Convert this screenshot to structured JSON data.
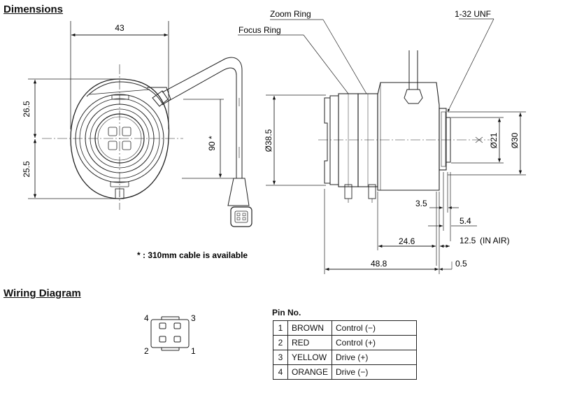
{
  "headings": {
    "dimensions": "Dimensions",
    "wiring": "Wiring Diagram"
  },
  "front_view": {
    "width_label": "43",
    "upper_height_label": "26.5",
    "lower_height_label": "25.5",
    "cable_length_label": "90 *"
  },
  "side_view": {
    "zoom_ring_label": "Zoom Ring",
    "focus_ring_label": "Focus Ring",
    "thread_label": "1-32 UNF",
    "diameter_38_5": "Ø38.5",
    "diameter_21": "Ø21",
    "diameter_30": "Ø30",
    "dim_3_5": "3.5",
    "dim_5_4": "5.4",
    "dim_24_6": "24.6",
    "dim_12_5": "12.5",
    "in_air": "(IN AIR)",
    "dim_48_8": "48.8",
    "dim_0_5": "0.5"
  },
  "cable_note": "* : 310mm cable is available",
  "connector": {
    "pin_4": "4",
    "pin_3": "3",
    "pin_2": "2",
    "pin_1": "1"
  },
  "pin_table": {
    "title": "Pin No.",
    "rows": [
      {
        "no": "1",
        "color": "BROWN",
        "function": "Control (−)"
      },
      {
        "no": "2",
        "color": "RED",
        "function": "Control (+)"
      },
      {
        "no": "3",
        "color": "YELLOW",
        "function": "Drive (+)"
      },
      {
        "no": "4",
        "color": "ORANGE",
        "function": "Drive (−)"
      }
    ]
  }
}
